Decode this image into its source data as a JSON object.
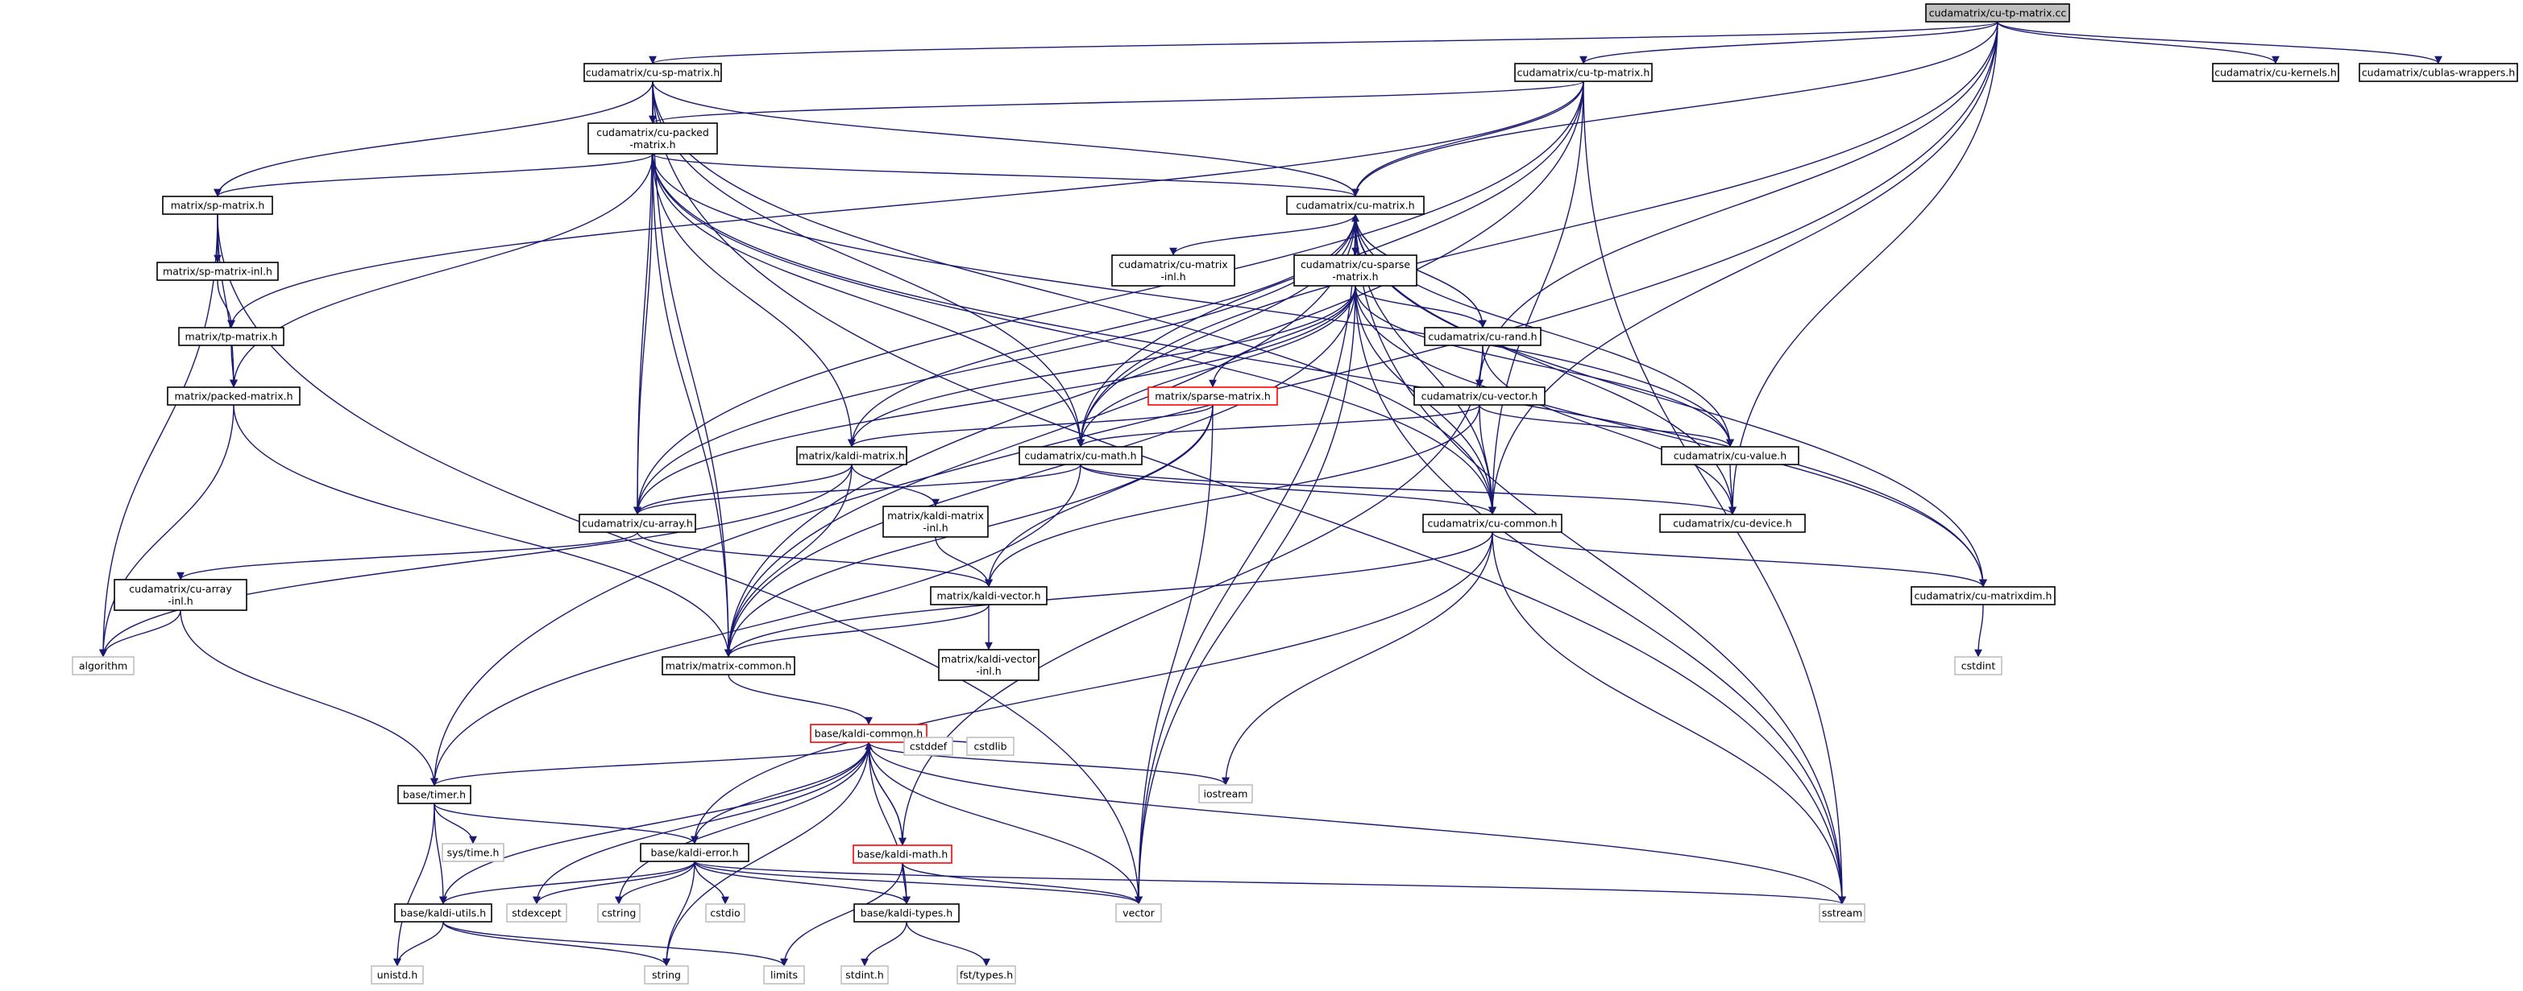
{
  "colors": {
    "background": "#ffffff",
    "edge": "#191970",
    "root_fill": "#bfbfbf",
    "node_fill": "#ffffff",
    "node_border": "#000000",
    "external_border": "#bfbfbf",
    "external_text": "#000000",
    "undocumented_border": "#ff0000"
  },
  "graph": {
    "nodes": [
      {
        "id": "n0",
        "label": [
          "cudamatrix/cu-tp-matrix.cc"
        ],
        "kind": "root"
      },
      {
        "id": "n1",
        "label": [
          "cudamatrix/cu-sp-matrix.h"
        ],
        "kind": "file"
      },
      {
        "id": "n2",
        "label": [
          "cudamatrix/cu-tp-matrix.h"
        ],
        "kind": "file"
      },
      {
        "id": "n3",
        "label": [
          "cudamatrix/cu-kernels.h"
        ],
        "kind": "file"
      },
      {
        "id": "n4",
        "label": [
          "cudamatrix/cublas-wrappers.h"
        ],
        "kind": "file"
      },
      {
        "id": "n5",
        "label": [
          "cudamatrix/cu-packed",
          "-matrix.h"
        ],
        "kind": "file"
      },
      {
        "id": "n6",
        "label": [
          "matrix/sp-matrix.h"
        ],
        "kind": "file"
      },
      {
        "id": "n7",
        "label": [
          "cudamatrix/cu-matrix.h"
        ],
        "kind": "file"
      },
      {
        "id": "n8",
        "label": [
          "matrix/sp-matrix-inl.h"
        ],
        "kind": "file"
      },
      {
        "id": "n9",
        "label": [
          "cudamatrix/cu-matrix",
          "-inl.h"
        ],
        "kind": "file"
      },
      {
        "id": "n10",
        "label": [
          "cudamatrix/cu-sparse",
          "-matrix.h"
        ],
        "kind": "file"
      },
      {
        "id": "n11",
        "label": [
          "matrix/tp-matrix.h"
        ],
        "kind": "file"
      },
      {
        "id": "n12",
        "label": [
          "cudamatrix/cu-rand.h"
        ],
        "kind": "file"
      },
      {
        "id": "n13",
        "label": [
          "matrix/packed-matrix.h"
        ],
        "kind": "file"
      },
      {
        "id": "n14",
        "label": [
          "matrix/sparse-matrix.h"
        ],
        "kind": "undocumented"
      },
      {
        "id": "n15",
        "label": [
          "cudamatrix/cu-vector.h"
        ],
        "kind": "file"
      },
      {
        "id": "n16",
        "label": [
          "matrix/kaldi-matrix.h"
        ],
        "kind": "file"
      },
      {
        "id": "n17",
        "label": [
          "cudamatrix/cu-math.h"
        ],
        "kind": "file"
      },
      {
        "id": "n18",
        "label": [
          "cudamatrix/cu-value.h"
        ],
        "kind": "file"
      },
      {
        "id": "n19",
        "label": [
          "cudamatrix/cu-array.h"
        ],
        "kind": "file"
      },
      {
        "id": "n20",
        "label": [
          "matrix/kaldi-matrix",
          "-inl.h"
        ],
        "kind": "file"
      },
      {
        "id": "n21",
        "label": [
          "cudamatrix/cu-common.h"
        ],
        "kind": "file"
      },
      {
        "id": "n22",
        "label": [
          "cudamatrix/cu-device.h"
        ],
        "kind": "file"
      },
      {
        "id": "n23",
        "label": [
          "cudamatrix/cu-array",
          "-inl.h"
        ],
        "kind": "file"
      },
      {
        "id": "n24",
        "label": [
          "matrix/kaldi-vector.h"
        ],
        "kind": "file"
      },
      {
        "id": "n25",
        "label": [
          "cudamatrix/cu-matrixdim.h"
        ],
        "kind": "file"
      },
      {
        "id": "n26",
        "label": [
          "algorithm"
        ],
        "kind": "external"
      },
      {
        "id": "n27",
        "label": [
          "matrix/matrix-common.h"
        ],
        "kind": "file"
      },
      {
        "id": "n28",
        "label": [
          "matrix/kaldi-vector",
          "-inl.h"
        ],
        "kind": "file"
      },
      {
        "id": "n29",
        "label": [
          "cstdint"
        ],
        "kind": "external"
      },
      {
        "id": "n30",
        "label": [
          "base/kaldi-common.h"
        ],
        "kind": "undocumented"
      },
      {
        "id": "n31",
        "label": [
          "base/timer.h"
        ],
        "kind": "file"
      },
      {
        "id": "n32",
        "label": [
          "cstddef"
        ],
        "kind": "external"
      },
      {
        "id": "n33",
        "label": [
          "cstdlib"
        ],
        "kind": "external"
      },
      {
        "id": "n34",
        "label": [
          "iostream"
        ],
        "kind": "external"
      },
      {
        "id": "n35",
        "label": [
          "sys/time.h"
        ],
        "kind": "external"
      },
      {
        "id": "n36",
        "label": [
          "base/kaldi-math.h"
        ],
        "kind": "undocumented"
      },
      {
        "id": "n37",
        "label": [
          "base/kaldi-error.h"
        ],
        "kind": "file"
      },
      {
        "id": "n38",
        "label": [
          "base/kaldi-utils.h"
        ],
        "kind": "file"
      },
      {
        "id": "n39",
        "label": [
          "stdexcept"
        ],
        "kind": "external"
      },
      {
        "id": "n40",
        "label": [
          "cstring"
        ],
        "kind": "external"
      },
      {
        "id": "n41",
        "label": [
          "cstdio"
        ],
        "kind": "external"
      },
      {
        "id": "n42",
        "label": [
          "base/kaldi-types.h"
        ],
        "kind": "file"
      },
      {
        "id": "n43",
        "label": [
          "vector"
        ],
        "kind": "external"
      },
      {
        "id": "n44",
        "label": [
          "sstream"
        ],
        "kind": "external"
      },
      {
        "id": "n45",
        "label": [
          "unistd.h"
        ],
        "kind": "external"
      },
      {
        "id": "n46",
        "label": [
          "string"
        ],
        "kind": "external"
      },
      {
        "id": "n47",
        "label": [
          "limits"
        ],
        "kind": "external"
      },
      {
        "id": "n48",
        "label": [
          "stdint.h"
        ],
        "kind": "external"
      },
      {
        "id": "n49",
        "label": [
          "fst/types.h"
        ],
        "kind": "external"
      }
    ],
    "edges": [
      [
        "n0",
        "n1"
      ],
      [
        "n0",
        "n2"
      ],
      [
        "n0",
        "n3"
      ],
      [
        "n0",
        "n4"
      ],
      [
        "n0",
        "n7"
      ],
      [
        "n0",
        "n15"
      ],
      [
        "n0",
        "n17"
      ],
      [
        "n0",
        "n21"
      ],
      [
        "n0",
        "n22"
      ],
      [
        "n0",
        "n31"
      ],
      [
        "n1",
        "n5"
      ],
      [
        "n1",
        "n6"
      ],
      [
        "n1",
        "n7"
      ],
      [
        "n1",
        "n17"
      ],
      [
        "n1",
        "n19"
      ],
      [
        "n1",
        "n21"
      ],
      [
        "n1",
        "n27"
      ],
      [
        "n1",
        "n44"
      ],
      [
        "n2",
        "n5"
      ],
      [
        "n2",
        "n7"
      ],
      [
        "n2",
        "n11"
      ],
      [
        "n2",
        "n17"
      ],
      [
        "n2",
        "n19"
      ],
      [
        "n2",
        "n21"
      ],
      [
        "n2",
        "n27"
      ],
      [
        "n2",
        "n44"
      ],
      [
        "n5",
        "n6"
      ],
      [
        "n5",
        "n7"
      ],
      [
        "n5",
        "n13"
      ],
      [
        "n5",
        "n16"
      ],
      [
        "n5",
        "n17"
      ],
      [
        "n5",
        "n18"
      ],
      [
        "n5",
        "n19"
      ],
      [
        "n5",
        "n21"
      ],
      [
        "n5",
        "n25"
      ],
      [
        "n5",
        "n27"
      ],
      [
        "n6",
        "n8"
      ],
      [
        "n6",
        "n13"
      ],
      [
        "n6",
        "n26"
      ],
      [
        "n6",
        "n43"
      ],
      [
        "n7",
        "n9"
      ],
      [
        "n7",
        "n10"
      ],
      [
        "n7",
        "n12"
      ],
      [
        "n7",
        "n16"
      ],
      [
        "n7",
        "n17"
      ],
      [
        "n7",
        "n18"
      ],
      [
        "n7",
        "n19"
      ],
      [
        "n7",
        "n21"
      ],
      [
        "n7",
        "n22"
      ],
      [
        "n7",
        "n25"
      ],
      [
        "n7",
        "n27"
      ],
      [
        "n7",
        "n43"
      ],
      [
        "n7",
        "n44"
      ],
      [
        "n8",
        "n11"
      ],
      [
        "n10",
        "n7"
      ],
      [
        "n10",
        "n12"
      ],
      [
        "n10",
        "n14"
      ],
      [
        "n10",
        "n16"
      ],
      [
        "n10",
        "n17"
      ],
      [
        "n10",
        "n18"
      ],
      [
        "n10",
        "n19"
      ],
      [
        "n10",
        "n21"
      ],
      [
        "n10",
        "n25"
      ],
      [
        "n10",
        "n27"
      ],
      [
        "n10",
        "n43"
      ],
      [
        "n10",
        "n44"
      ],
      [
        "n11",
        "n13"
      ],
      [
        "n12",
        "n7"
      ],
      [
        "n12",
        "n15"
      ],
      [
        "n12",
        "n22"
      ],
      [
        "n12",
        "n36"
      ],
      [
        "n13",
        "n26"
      ],
      [
        "n13",
        "n27"
      ],
      [
        "n14",
        "n16"
      ],
      [
        "n14",
        "n24"
      ],
      [
        "n14",
        "n27"
      ],
      [
        "n14",
        "n43"
      ],
      [
        "n15",
        "n17"
      ],
      [
        "n15",
        "n18"
      ],
      [
        "n15",
        "n21"
      ],
      [
        "n15",
        "n24"
      ],
      [
        "n16",
        "n19"
      ],
      [
        "n16",
        "n20"
      ],
      [
        "n16",
        "n26"
      ],
      [
        "n16",
        "n27"
      ],
      [
        "n17",
        "n19"
      ],
      [
        "n17",
        "n21"
      ],
      [
        "n17",
        "n22"
      ],
      [
        "n17",
        "n31"
      ],
      [
        "n18",
        "n22"
      ],
      [
        "n19",
        "n23"
      ],
      [
        "n19",
        "n24"
      ],
      [
        "n20",
        "n24"
      ],
      [
        "n21",
        "n25"
      ],
      [
        "n21",
        "n27"
      ],
      [
        "n21",
        "n34"
      ],
      [
        "n21",
        "n37"
      ],
      [
        "n21",
        "n44"
      ],
      [
        "n23",
        "n26"
      ],
      [
        "n23",
        "n31"
      ],
      [
        "n24",
        "n27"
      ],
      [
        "n24",
        "n28"
      ],
      [
        "n25",
        "n29"
      ],
      [
        "n27",
        "n30"
      ],
      [
        "n30",
        "n31"
      ],
      [
        "n30",
        "n32"
      ],
      [
        "n30",
        "n33"
      ],
      [
        "n30",
        "n34"
      ],
      [
        "n30",
        "n36"
      ],
      [
        "n30",
        "n37"
      ],
      [
        "n30",
        "n38"
      ],
      [
        "n30",
        "n39"
      ],
      [
        "n30",
        "n40"
      ],
      [
        "n30",
        "n42"
      ],
      [
        "n30",
        "n43"
      ],
      [
        "n30",
        "n44"
      ],
      [
        "n30",
        "n46"
      ],
      [
        "n31",
        "n35"
      ],
      [
        "n31",
        "n37"
      ],
      [
        "n31",
        "n38"
      ],
      [
        "n31",
        "n45"
      ],
      [
        "n36",
        "n30"
      ],
      [
        "n36",
        "n42"
      ],
      [
        "n36",
        "n43"
      ],
      [
        "n36",
        "n47"
      ],
      [
        "n37",
        "n38"
      ],
      [
        "n37",
        "n39"
      ],
      [
        "n37",
        "n40"
      ],
      [
        "n37",
        "n41"
      ],
      [
        "n37",
        "n42"
      ],
      [
        "n37",
        "n43"
      ],
      [
        "n37",
        "n44"
      ],
      [
        "n37",
        "n46"
      ],
      [
        "n38",
        "n45"
      ],
      [
        "n38",
        "n46"
      ],
      [
        "n38",
        "n47"
      ],
      [
        "n42",
        "n48"
      ],
      [
        "n42",
        "n49"
      ]
    ]
  }
}
